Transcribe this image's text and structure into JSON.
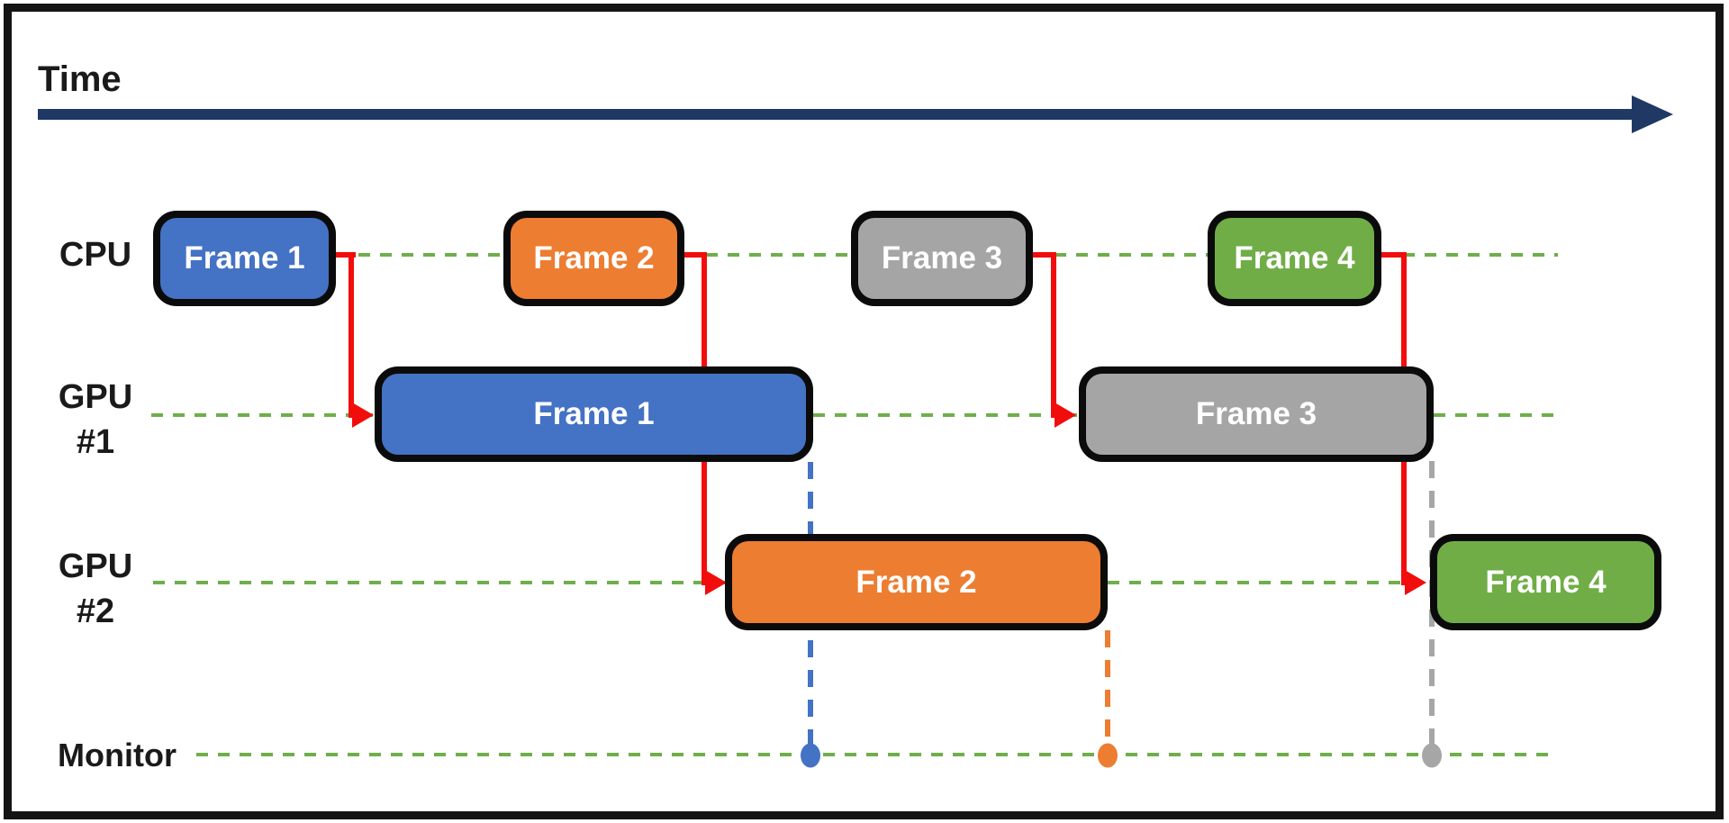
{
  "time_label": "Time",
  "row_labels": {
    "cpu": "CPU",
    "gpu1_line1": "GPU",
    "gpu1_line2": "#1",
    "gpu2_line1": "GPU",
    "gpu2_line2": "#2",
    "monitor": "Monitor"
  },
  "frames": {
    "cpu": [
      {
        "label": "Frame 1",
        "color": "#4472C4"
      },
      {
        "label": "Frame 2",
        "color": "#ED7D31"
      },
      {
        "label": "Frame 3",
        "color": "#A5A5A5"
      },
      {
        "label": "Frame 4",
        "color": "#70AD47"
      }
    ],
    "gpu1": [
      {
        "label": "Frame 1",
        "color": "#4472C4"
      },
      {
        "label": "Frame 3",
        "color": "#A5A5A5"
      }
    ],
    "gpu2": [
      {
        "label": "Frame 2",
        "color": "#ED7D31"
      },
      {
        "label": "Frame 4",
        "color": "#70AD47"
      }
    ]
  },
  "connectors": [
    {
      "from": "CPU Frame 1",
      "to": "GPU #1 Frame 1",
      "color": "#F20D0D"
    },
    {
      "from": "CPU Frame 2",
      "to": "GPU #2 Frame 2",
      "color": "#F20D0D"
    },
    {
      "from": "CPU Frame 3",
      "to": "GPU #1 Frame 3",
      "color": "#F20D0D"
    },
    {
      "from": "CPU Frame 4",
      "to": "GPU #2 Frame 4",
      "color": "#F20D0D"
    }
  ],
  "monitor_presents": [
    {
      "frame": "Frame 1",
      "source": "GPU #1",
      "color": "#4472C4"
    },
    {
      "frame": "Frame 2",
      "source": "GPU #2",
      "color": "#ED7D31"
    },
    {
      "frame": "Frame 3",
      "source": "GPU #1",
      "color": "#A6A6A6"
    }
  ],
  "colors": {
    "timeline_dash_green": "#6FAE4B",
    "time_arrow_navy": "#1F3864",
    "connector_red": "#F20D0D",
    "box_border_black": "#0B0B0B",
    "frame_blue": "#4472C4",
    "frame_orange": "#ED7D31",
    "frame_gray": "#A5A5A5",
    "frame_green": "#70AD47"
  }
}
